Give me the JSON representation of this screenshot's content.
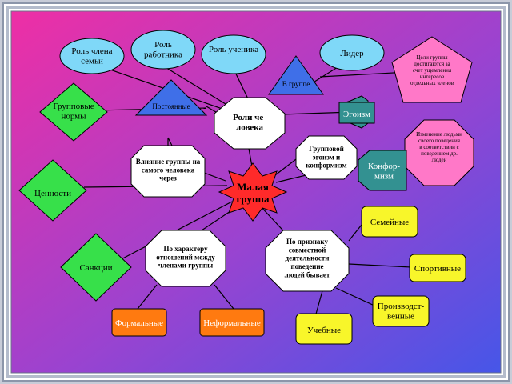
{
  "colors": {
    "background_top_left": "#ee2fa5",
    "background_bottom_right": "#4656e8",
    "frame": "#9aa4b8",
    "oval_fill": "#7fd8f8",
    "green": "#37e04a",
    "yellow": "#f8f62a",
    "orange": "#ff7a10",
    "teal": "#339191",
    "triangle": "#3f6fe8",
    "pink_pentagon": "#ff78c8",
    "red_star": "#ff2a2a",
    "white": "#ffffff"
  },
  "nodes": {
    "role_member": "Роль члена семьи",
    "role_worker": "Роль работника",
    "role_student": "Роль ученика",
    "leader": "Лидер",
    "group_goals": "Цели группы достигаются за счет ущемления интересов отдельных членов",
    "in_group": "В группе",
    "constant": "Постоянные",
    "group_norms": "Групповые нормы",
    "roles": "Роли человека",
    "egoism": "Эгоизм",
    "change_behavior": "Изменение людьми своего поведения в соответствии с поведением др. людей",
    "group_egoism": "Групповой эгоизм и конформизм",
    "influence": "Влияние группы на самого человека через",
    "conformism": "Конформизм",
    "values": "Ценности",
    "small_group": "Малая группа",
    "family": "Семейные",
    "by_character": "По характеру отношений между членами группы",
    "by_activity": "По признаку совместной деятельности поведение людей бывает",
    "sanctions": "Санкции",
    "sport": "Спортивные",
    "production": "Производственные",
    "formal": "Формальные",
    "informal": "Неформальные",
    "educational": "Учебные"
  }
}
